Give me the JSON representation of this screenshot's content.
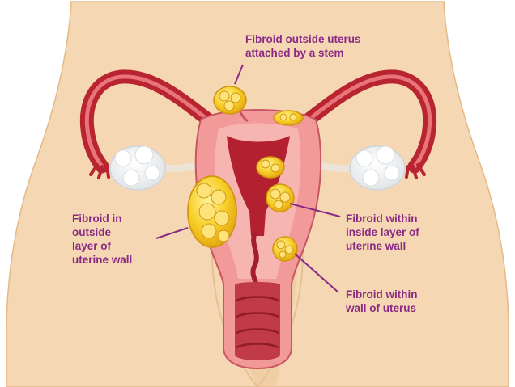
{
  "labels": {
    "stem": "Fibroid outside uterus\nattached by a stem",
    "outer": "Fibroid in\noutside\nlayer of\nuterine wall",
    "inner": "Fibroid within\ninside layer of\nuterine wall",
    "wall": "Fibroid within\nwall of uterus"
  },
  "colors": {
    "skin": "#f5d8b3",
    "skin_shadow": "#ecc699",
    "tube": "#b8242f",
    "tube_inner": "#e9747a",
    "uterus": "#f29a9a",
    "uterus_inner": "#f6b8b2",
    "cavity": "#b32130",
    "fibroid": "#f5c21a",
    "ovary": "#ffffff",
    "label": "#8a2a85"
  }
}
